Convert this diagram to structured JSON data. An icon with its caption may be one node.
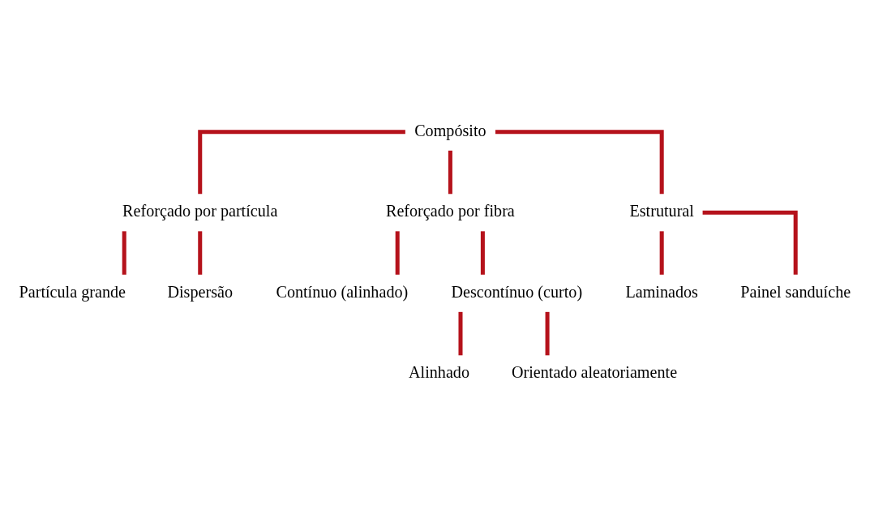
{
  "diagram": {
    "nodes": [
      {
        "text": [
          "Compósito"
        ]
      },
      {
        "text": [
          "Reforçado por partícula"
        ]
      },
      {
        "text": [
          "Reforçado por fibra"
        ]
      },
      {
        "text": [
          "Estrutural"
        ]
      },
      {
        "text": [
          "Partícula grande"
        ]
      },
      {
        "text": [
          "Dispersão"
        ]
      },
      {
        "text": [
          "Contínuo (alinhado)"
        ]
      },
      {
        "text": [
          "Descontínuo (curto)"
        ]
      },
      {
        "text": [
          "Laminados"
        ]
      },
      {
        "text": [
          "Painel sanduíche"
        ]
      },
      {
        "text": [
          "Alinhado"
        ]
      },
      {
        "text": [
          "Orientado aleatoriamente"
        ]
      }
    ],
    "edges": [
      {
        "from": 0,
        "to": 1,
        "arrow": "none"
      },
      {
        "from": 0,
        "to": 2,
        "arrow": "none"
      },
      {
        "from": 0,
        "to": 3,
        "arrow": "none"
      },
      {
        "from": 1,
        "to": 4,
        "arrow": "none"
      },
      {
        "from": 1,
        "to": 5,
        "arrow": "none"
      },
      {
        "from": 2,
        "to": 6,
        "arrow": "none"
      },
      {
        "from": 2,
        "to": 7,
        "arrow": "none"
      },
      {
        "from": 3,
        "to": 8,
        "arrow": "none"
      },
      {
        "from": 3,
        "to": 9,
        "arrow": "none"
      },
      {
        "from": 7,
        "to": 10,
        "arrow": "none"
      },
      {
        "from": 7,
        "to": 11,
        "arrow": "none"
      }
    ]
  }
}
